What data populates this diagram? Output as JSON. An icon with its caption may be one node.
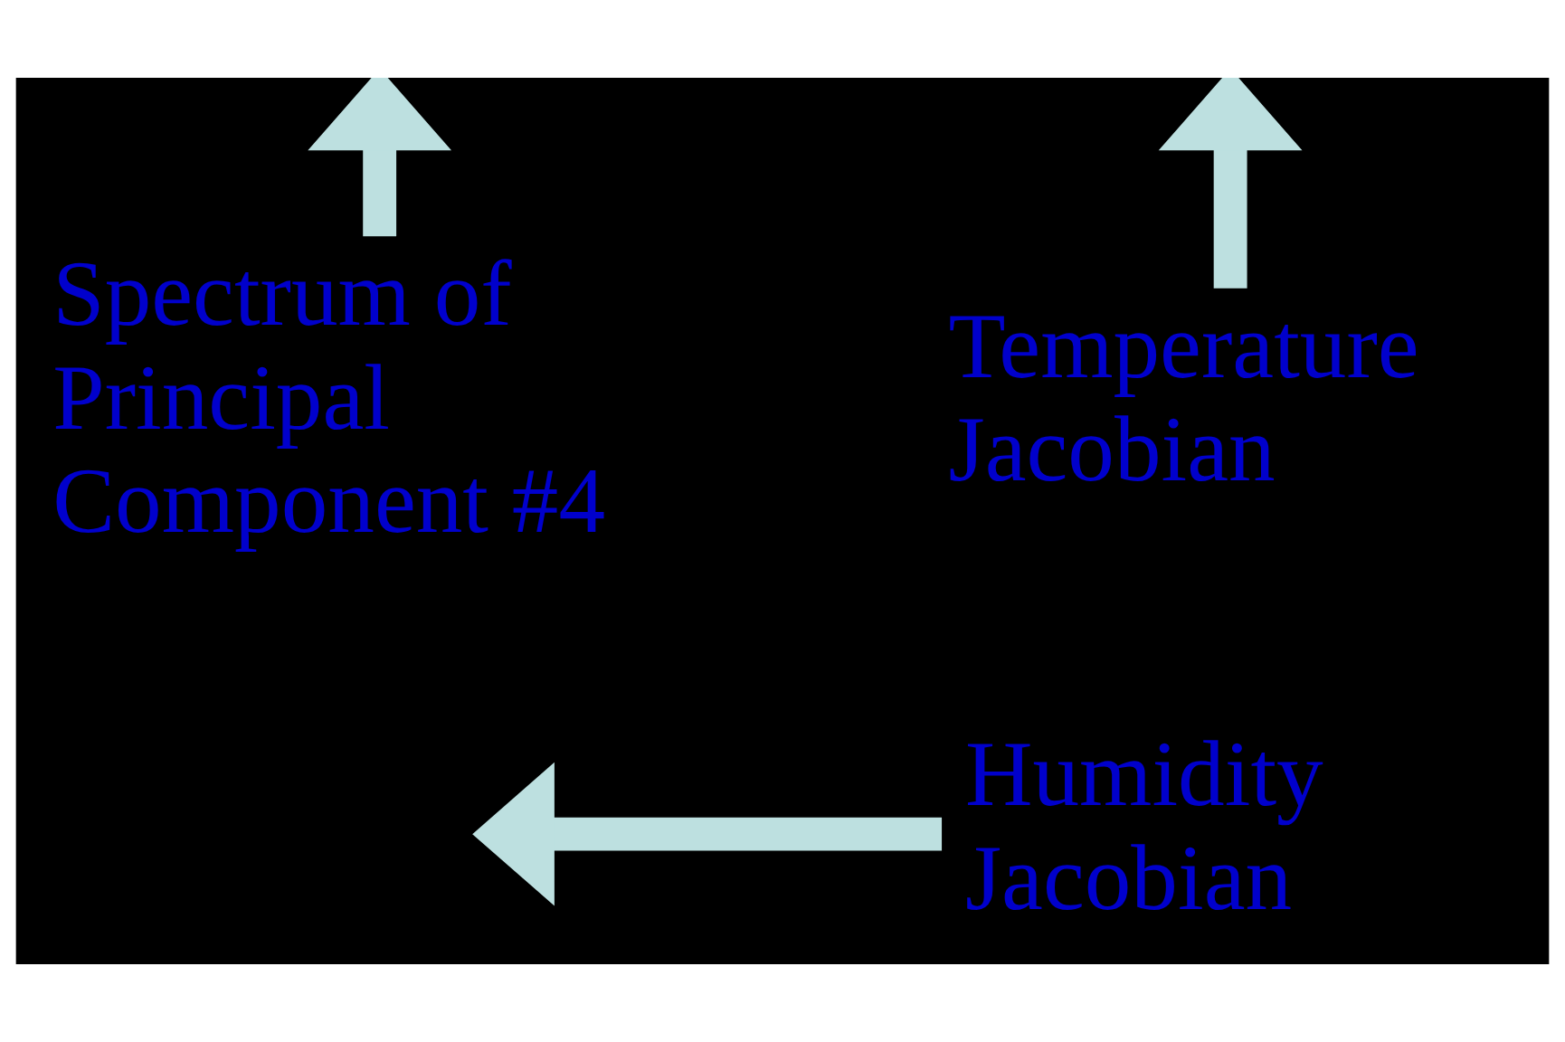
{
  "diagram": {
    "nodes": [
      {
        "text": [
          "Spectrum of Principal Component #4"
        ]
      },
      {
        "text": [
          "Temperature Jacobian"
        ]
      },
      {
        "text": [
          "Humidity Jacobian"
        ]
      }
    ],
    "edges": [
      {
        "from": 0,
        "to": null,
        "arrow": "to"
      },
      {
        "from": 1,
        "to": null,
        "arrow": "to"
      },
      {
        "from": 2,
        "to": null,
        "arrow": "to"
      }
    ]
  }
}
